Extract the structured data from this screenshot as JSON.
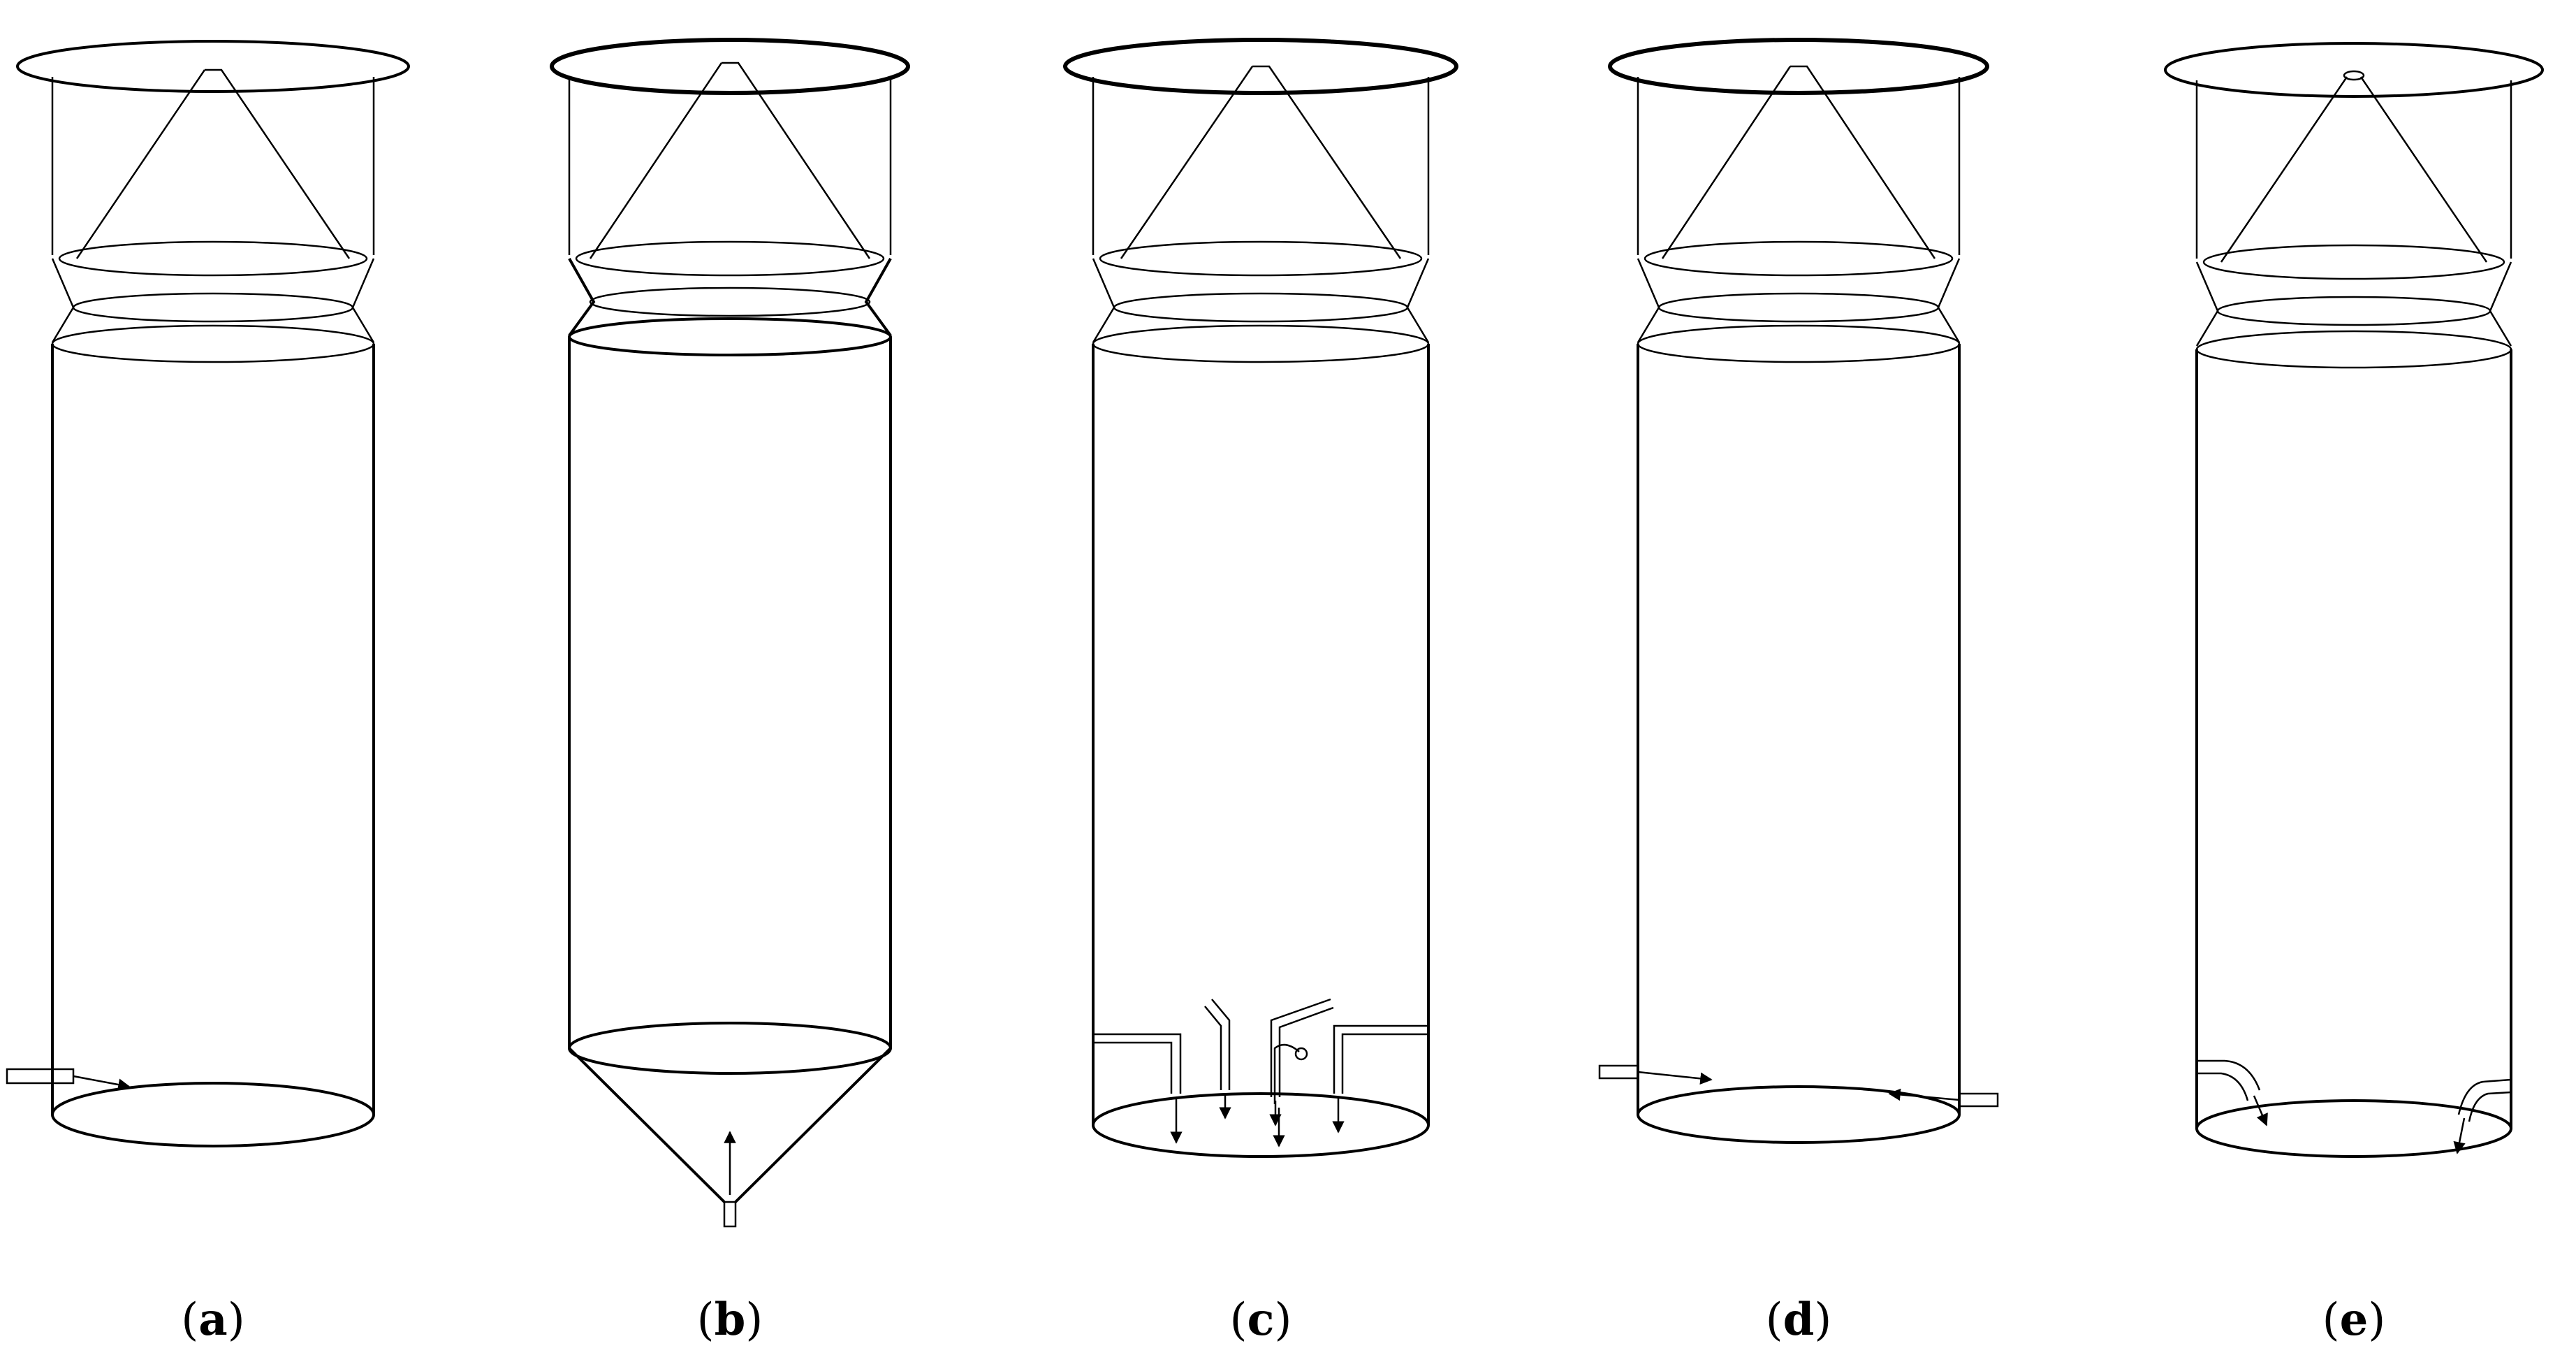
{
  "figure": {
    "panels": [
      {
        "id": "a",
        "letter": "a",
        "variant": "side-inlet"
      },
      {
        "id": "b",
        "letter": "b",
        "variant": "bottom-cone-inlet"
      },
      {
        "id": "c",
        "letter": "c",
        "variant": "multi-bent-pipes"
      },
      {
        "id": "d",
        "letter": "d",
        "variant": "dual-tangential-inlets"
      },
      {
        "id": "e",
        "letter": "e",
        "variant": "dual-curved-inlets"
      }
    ]
  }
}
